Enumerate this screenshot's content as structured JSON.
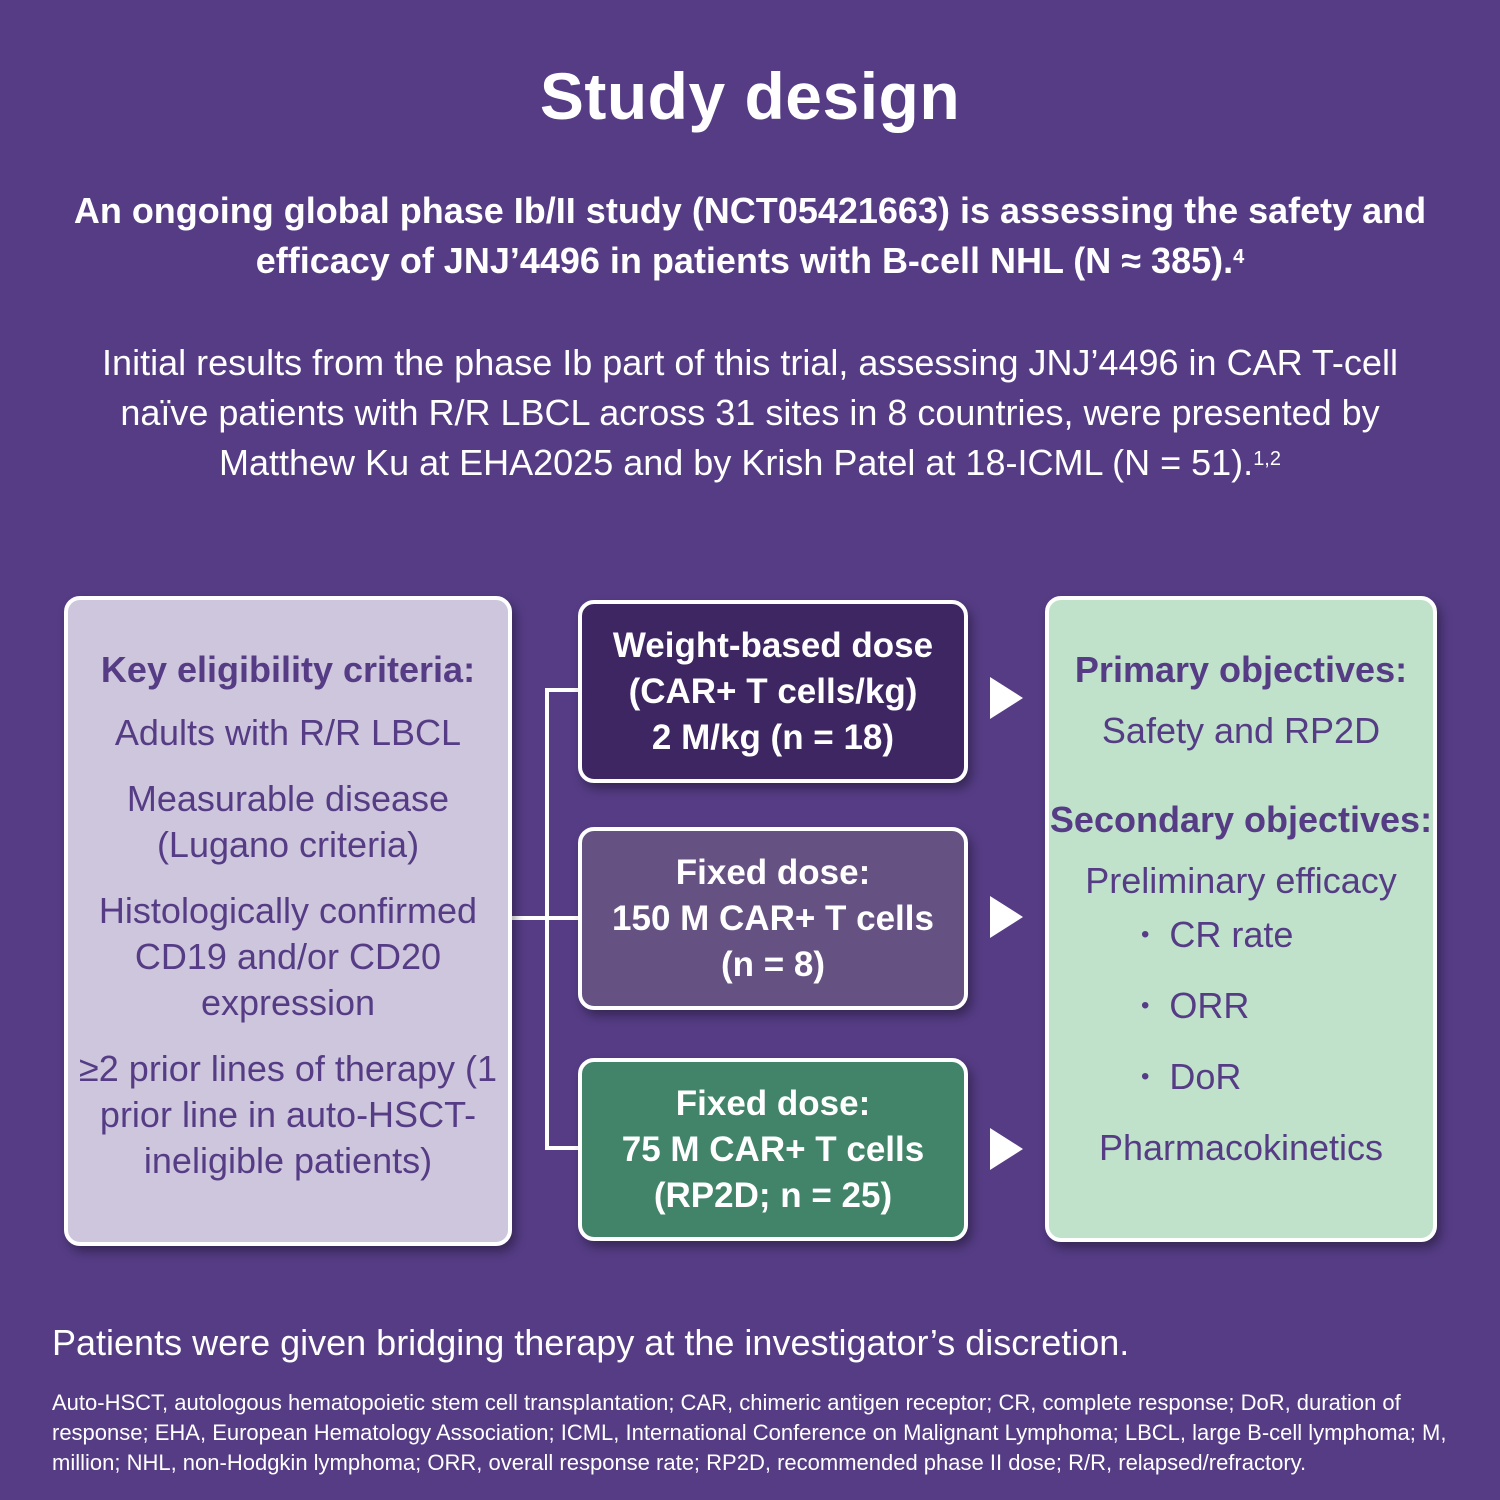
{
  "title": "Study design",
  "subtitle": "An ongoing global phase Ib/II study (NCT05421663) is assessing the safety and efficacy of JNJ’4496 in patients with B-cell NHL (N ≈ 385).",
  "subtitle_ref": "4",
  "intro": "Initial results from the phase Ib part of this trial, assessing JNJ’4496 in CAR T-cell naïve patients with R/R LBCL across 31 sites in 8 countries, were presented by Matthew Ku at EHA2025 and by Krish Patel at 18-ICML (N = 51).",
  "intro_ref": "1,2",
  "eligibility": {
    "heading": "Key eligibility criteria:",
    "criteria": [
      "Adults with R/R LBCL",
      "Measurable disease (Lugano criteria)",
      "Histologically confirmed CD19 and/or CD20 expression",
      "≥2 prior lines of therapy (1 prior line in auto-HSCT-ineligible patients)"
    ]
  },
  "doses": [
    {
      "label": "Weight-based dose\n(CAR+ T cells/kg)\n2 M/kg (n = 18)",
      "color": "#3e2663"
    },
    {
      "label": "Fixed dose:\n150 M CAR+ T cells\n(n = 8)",
      "color": "#665282"
    },
    {
      "label": "Fixed dose:\n75 M CAR+ T cells\n(RP2D; n = 25)",
      "color": "#418469"
    }
  ],
  "objectives": {
    "primary_heading": "Primary objectives:",
    "primary_items": [
      "Safety and RP2D"
    ],
    "secondary_heading": "Secondary objectives:",
    "secondary_intro": "Preliminary efficacy",
    "secondary_bullets": [
      "CR rate",
      "ORR",
      "DoR"
    ],
    "secondary_final": "Pharmacokinetics"
  },
  "bridging": "Patients were given bridging therapy at the investigator’s discretion.",
  "footnote": "Auto-HSCT, autologous hematopoietic stem cell transplantation; CAR, chimeric antigen receptor; CR, complete response; DoR, duration of response; EHA, European Hematology Association; ICML, International Conference on Malignant Lymphoma; LBCL, large B-cell lymphoma; M, million; NHL, non-Hodgkin lymphoma; ORR, overall response rate; RP2D, recommended phase II dose; R/R, relapsed/refractory.",
  "colors": {
    "background": "#553c85",
    "eligibility_box": "#cdc6dc",
    "objectives_box": "#c0e2cb",
    "text_dark": "#553c85"
  }
}
